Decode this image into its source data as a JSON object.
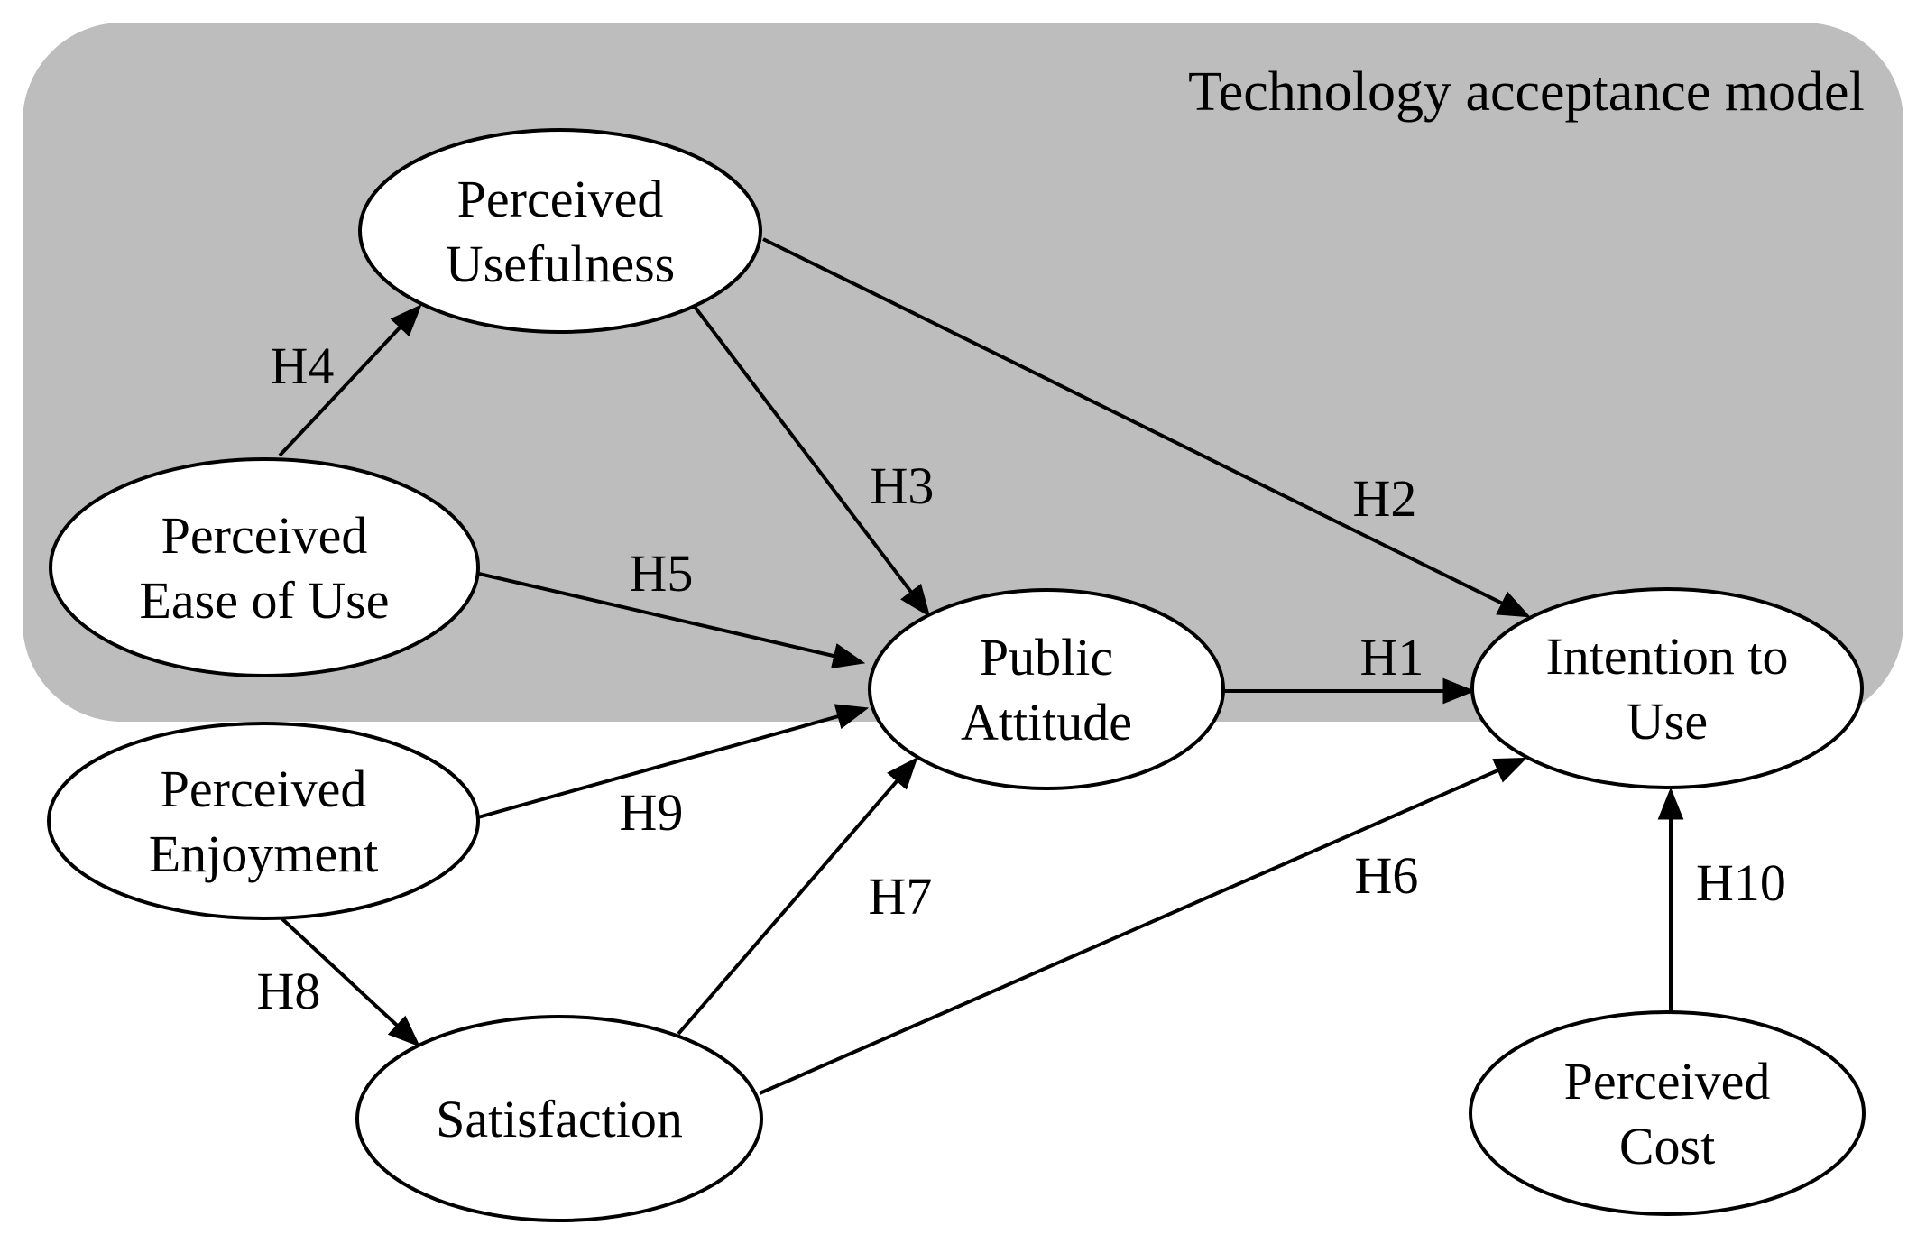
{
  "diagram": {
    "title": "Technology acceptance model",
    "type": "hypothesis-path-model",
    "colors": {
      "region_fill": "#bdbdbd",
      "node_fill": "#ffffff",
      "stroke": "#000000",
      "background": "#ffffff"
    }
  },
  "region": {
    "label": "Technology acceptance model"
  },
  "nodes": {
    "perceived_usefulness": {
      "lines": [
        "Perceived",
        "Usefulness"
      ]
    },
    "perceived_ease_of_use": {
      "lines": [
        "Perceived",
        "Ease of Use"
      ]
    },
    "perceived_enjoyment": {
      "lines": [
        "Perceived",
        "Enjoyment"
      ]
    },
    "satisfaction": {
      "lines": [
        "Satisfaction"
      ]
    },
    "public_attitude": {
      "lines": [
        "Public",
        "Attitude"
      ]
    },
    "intention_to_use": {
      "lines": [
        "Intention to",
        "Use"
      ]
    },
    "perceived_cost": {
      "lines": [
        "Perceived",
        "Cost"
      ]
    }
  },
  "edges": {
    "h1": {
      "label": "H1",
      "from": "public_attitude",
      "to": "intention_to_use"
    },
    "h2": {
      "label": "H2",
      "from": "perceived_usefulness",
      "to": "intention_to_use"
    },
    "h3": {
      "label": "H3",
      "from": "perceived_usefulness",
      "to": "public_attitude"
    },
    "h4": {
      "label": "H4",
      "from": "perceived_ease_of_use",
      "to": "perceived_usefulness"
    },
    "h5": {
      "label": "H5",
      "from": "perceived_ease_of_use",
      "to": "public_attitude"
    },
    "h6": {
      "label": "H6",
      "from": "satisfaction",
      "to": "intention_to_use"
    },
    "h7": {
      "label": "H7",
      "from": "satisfaction",
      "to": "public_attitude"
    },
    "h8": {
      "label": "H8",
      "from": "perceived_enjoyment",
      "to": "satisfaction"
    },
    "h9": {
      "label": "H9",
      "from": "perceived_enjoyment",
      "to": "public_attitude"
    },
    "h10": {
      "label": "H10",
      "from": "perceived_cost",
      "to": "intention_to_use"
    }
  }
}
